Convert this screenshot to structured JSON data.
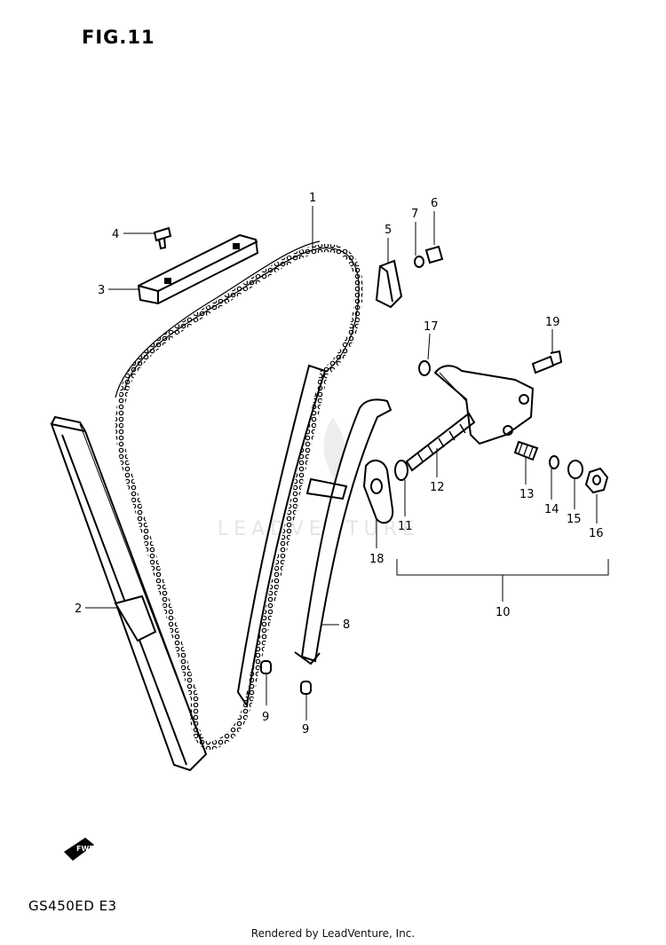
{
  "figure": {
    "title": "FIG.11"
  },
  "model": {
    "code": "GS450ED  E3"
  },
  "footer": {
    "text": "Rendered by LeadVenture, Inc."
  },
  "watermark": {
    "text": "LEADVENTURE"
  },
  "fwd_mark": {
    "text": "FWD"
  },
  "callouts": {
    "n1": "1",
    "n2": "2",
    "n3": "3",
    "n4": "4",
    "n5": "5",
    "n6": "6",
    "n7": "7",
    "n8": "8",
    "n9a": "9",
    "n9b": "9",
    "n10": "10",
    "n11": "11",
    "n12": "12",
    "n13": "13",
    "n14": "14",
    "n15": "15",
    "n16": "16",
    "n17": "17",
    "n18": "18",
    "n19": "19"
  },
  "colors": {
    "ink": "#000000",
    "watermark": "#e3e3e3"
  }
}
